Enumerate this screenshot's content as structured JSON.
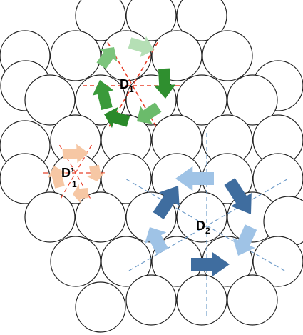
{
  "labels": {
    "d1_main": "D",
    "d1_sub": "1",
    "d1p_main": "D’",
    "d1p_sub": "1",
    "d2_main": "D",
    "d2_sub": "2"
  },
  "colors": {
    "circle_stroke": "#222222",
    "circle_fill": "#ffffff",
    "red_dash": "#e8402a",
    "blue_dash": "#6f9cc9",
    "green_dark": "#3a9a3a",
    "green_light": "#cfead0",
    "orange": "#f6c7a4",
    "blue_light": "#9fc3e6",
    "blue_dark": "#3f6d9f"
  }
}
